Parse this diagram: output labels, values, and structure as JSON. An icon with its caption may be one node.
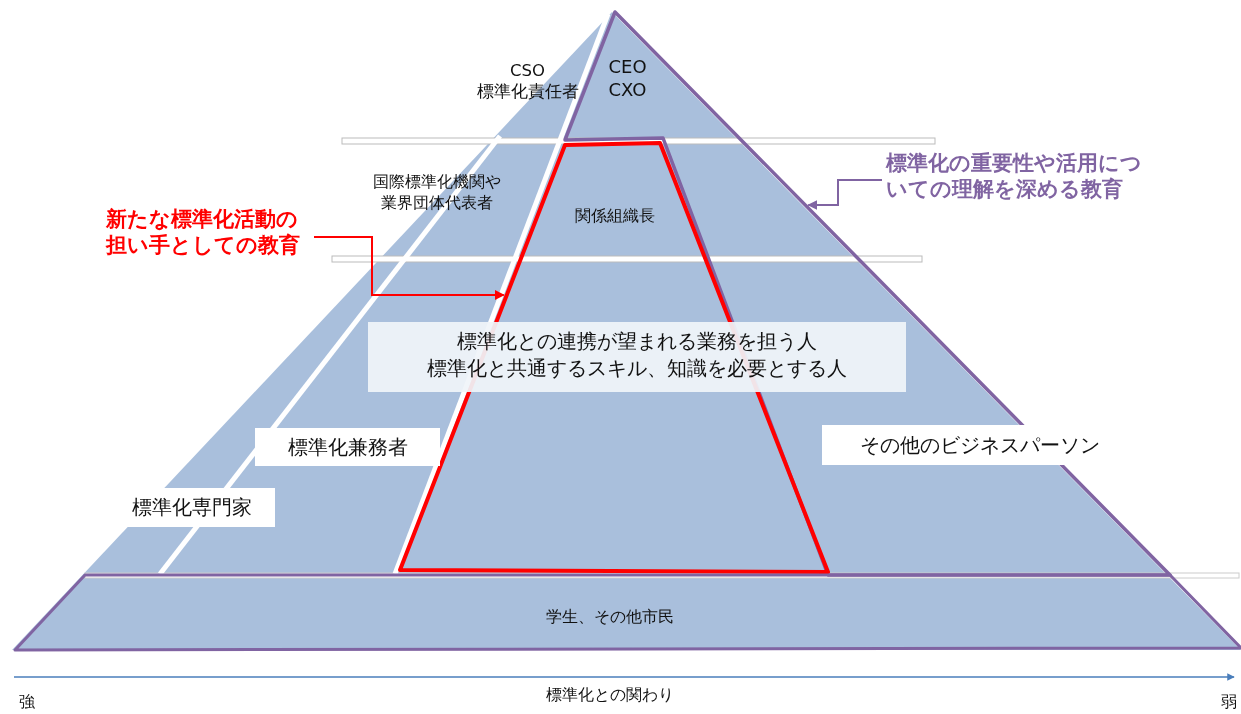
{
  "diagram": {
    "nodes": [
      {
        "text": [
          "CEO CXO",
          "その他のビジネスパーソン"
        ]
      },
      {
        "text": [
          "関係組織長"
        ]
      },
      {
        "text": [
          "標準化との連携が望まれる業務を担う人",
          "標準化と共通するスキル、知識を必要とする人"
        ]
      },
      {
        "text": [
          "学生、その他市民"
        ]
      },
      {
        "text": [
          "新たな標準化活動の担い手としての教育"
        ]
      },
      {
        "text": [
          "標準化の重要性や活用についての理解を深める教育"
        ]
      }
    ],
    "edges": [
      {
        "from": 4,
        "to": 1,
        "arrow": "to",
        "color": "#ff0000"
      },
      {
        "from": 5,
        "to": 0,
        "arrow": "to",
        "color": "#8064a2"
      }
    ],
    "labels": [
      "CSO 標準化責任者",
      "国際標準化機関や業界団体代表者",
      "標準化兼務者",
      "標準化専門家",
      "強",
      "標準化との関わり",
      "弱"
    ]
  }
}
